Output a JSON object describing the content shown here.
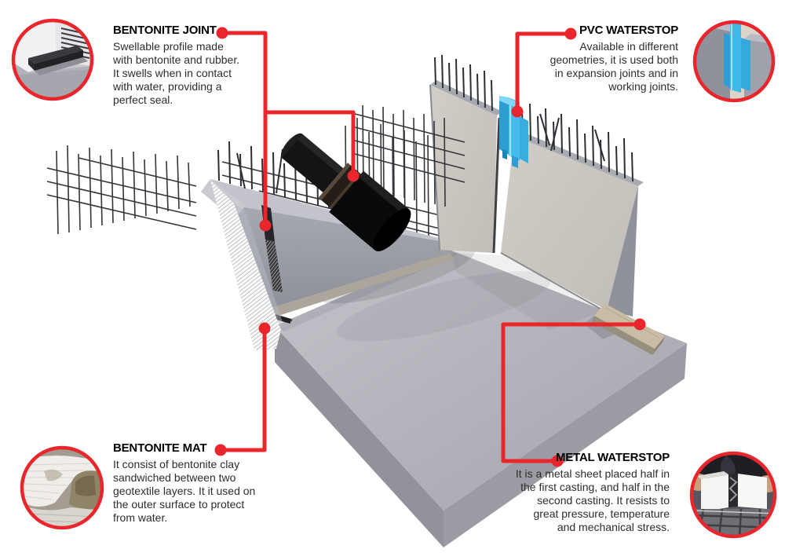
{
  "figure": {
    "type": "technical infographic",
    "subject": "Concrete waterproofing systems for construction joints"
  },
  "callouts": {
    "bentonite_joint": {
      "title": "BENTONITE JOINT",
      "body": "Swellable profile made\nwith bentonite and rubber.\nIt swells when in contact\nwith water, providing a\nperfect seal."
    },
    "pvc_waterstop": {
      "title": "PVC WATERSTOP",
      "body": "Available in different\ngeometries, it is used both\nin expansion joints and in\nworking joints."
    },
    "bentonite_mat": {
      "title": "BENTONITE MAT",
      "body": "It consist of bentonite clay\nsandwiched between two\ngeotextile layers. It it used on\nthe outer surface to protect\nfrom water."
    },
    "metal_waterstop": {
      "title": "METAL WATERSTOP",
      "body": "It is a metal sheet placed half in\nthe first casting, and half in the\nsecond casting. It resists to\ngreat pressure, temperature\nand mechanical stress."
    }
  },
  "colors": {
    "accent_red": "#E8262C",
    "pvc_blue": "#45BCEC",
    "concrete_wall_light": "#CBC7C0",
    "concrete_gray": "#9DA0A8",
    "slab_top_gray": "#B4B4BC",
    "metal_sheet_tan": "#C9BDA5",
    "pipe_black": "#0A0A0A",
    "body_text": "#2D2D2D"
  }
}
